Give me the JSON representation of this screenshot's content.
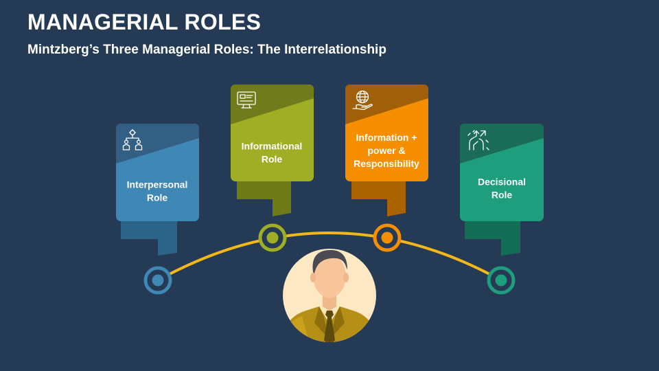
{
  "title": "MANAGERIAL ROLES",
  "subtitle": "Mintzberg’s Three Managerial Roles: The Interrelationship",
  "roles": [
    {
      "lines": [
        "Interpersonal",
        "Role"
      ],
      "icon": "people-network-icon",
      "color": "#3f87b5",
      "dark": "#2c6488",
      "band": "#335f85"
    },
    {
      "lines": [
        "Informational",
        "Role"
      ],
      "icon": "computer-screen-icon",
      "color": "#9fae25",
      "dark": "#6f7a18",
      "band": "#707b1c"
    },
    {
      "lines": [
        "Information +",
        "power &",
        "Responsibility"
      ],
      "icon": "globe-hand-icon",
      "color": "#f58f00",
      "dark": "#ab6300",
      "band": "#a05f08"
    },
    {
      "lines": [
        "Decisional",
        "Role"
      ],
      "icon": "decision-arrows-icon",
      "color": "#1f9e7e",
      "dark": "#136e57",
      "band": "#1a6b58"
    }
  ],
  "center": {
    "icon": "manager-avatar-icon"
  },
  "colors": {
    "background": "#253a55",
    "arc": "#f2b81a"
  }
}
